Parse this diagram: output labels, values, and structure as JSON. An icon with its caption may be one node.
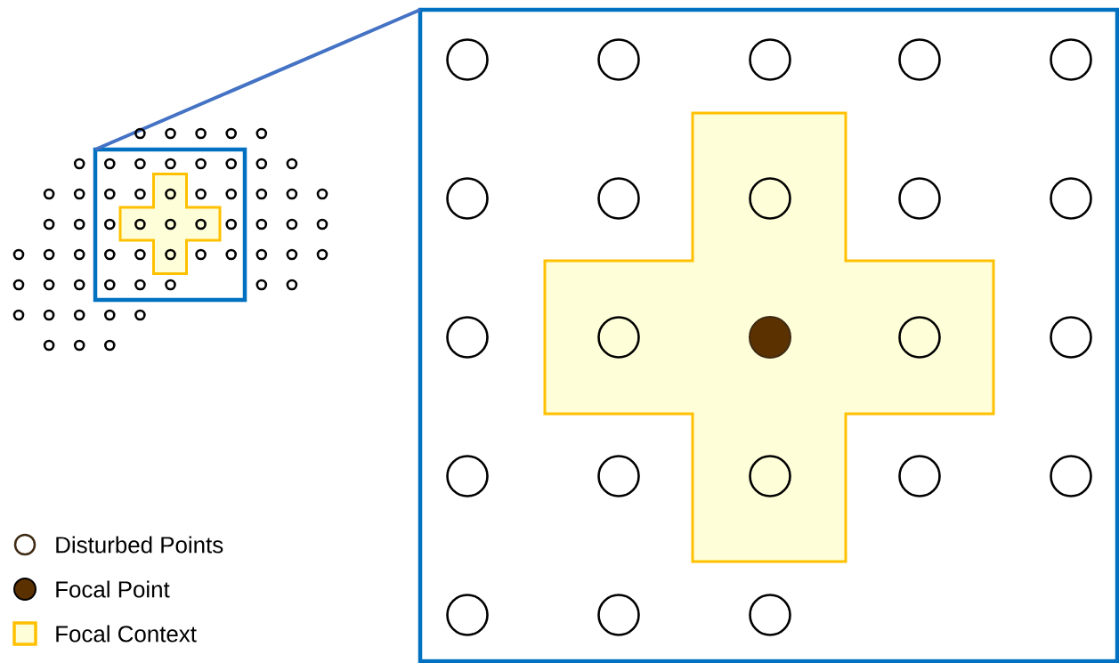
{
  "diagram": {
    "nodes": [
      {
        "text": [],
        "shape": "box"
      },
      {
        "text": [],
        "shape": "box"
      }
    ],
    "edges": [
      {
        "from": 0,
        "to": 1,
        "arrow": "none"
      }
    ],
    "legend": [
      {
        "text": "Disturbed Points"
      },
      {
        "text": "Focal Point"
      },
      {
        "text": "Focal Context"
      }
    ]
  }
}
